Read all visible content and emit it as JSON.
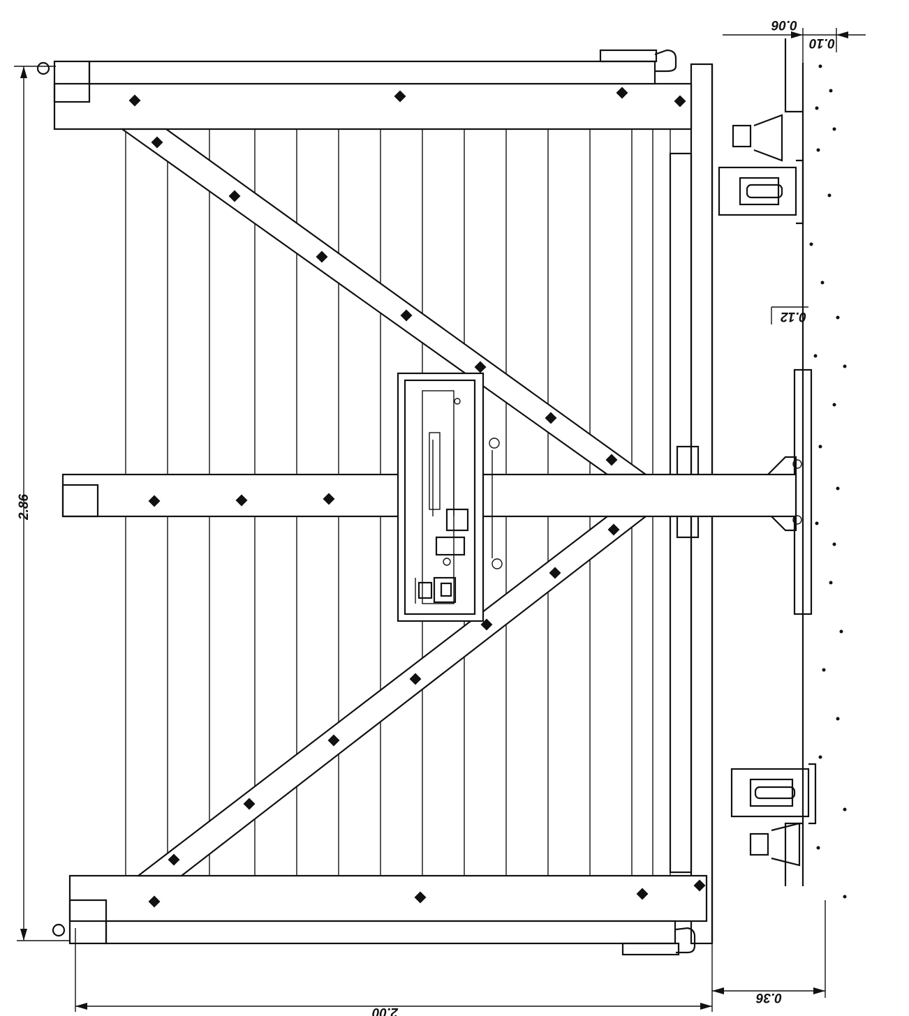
{
  "dimensions": {
    "height_label": "2.86",
    "width_label": "2.00",
    "base_label": "0.36",
    "gap_label": "0.12",
    "top_outer_label": "0.06",
    "top_inner_label": "0.10"
  },
  "colors": {
    "line": "#111111",
    "background": "#ffffff"
  }
}
